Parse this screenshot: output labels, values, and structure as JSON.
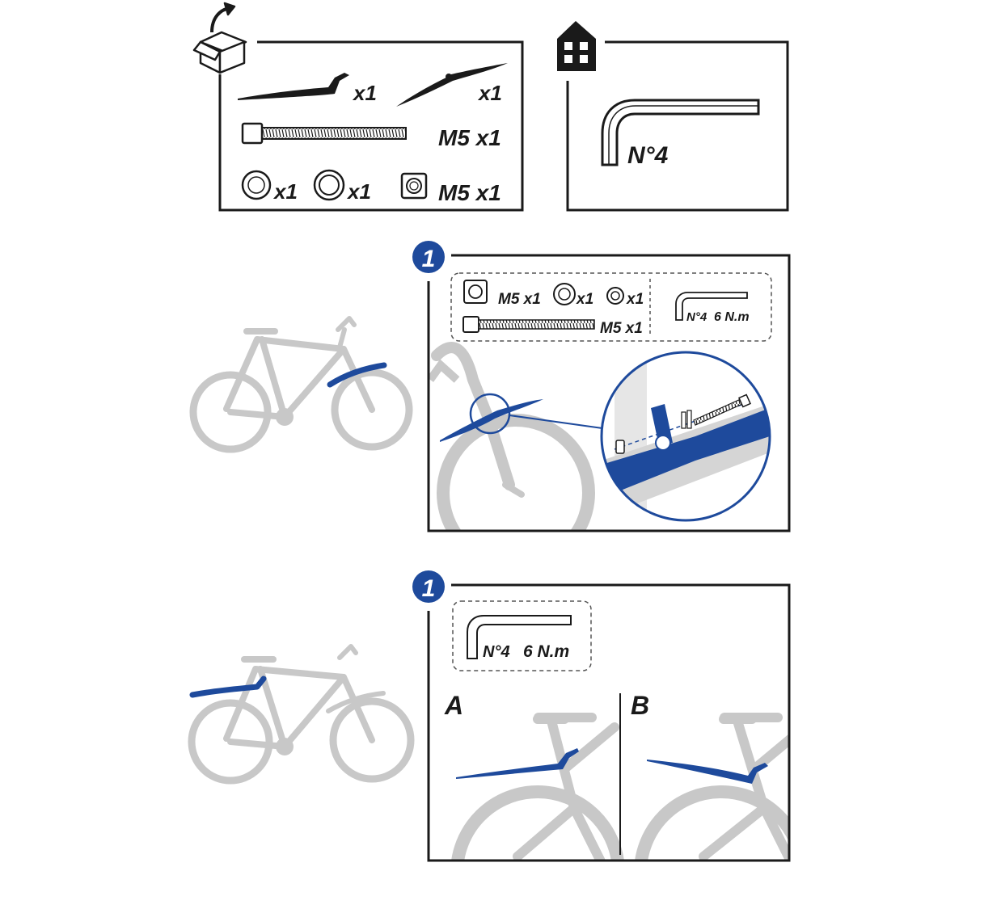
{
  "colors": {
    "ink": "#1a1a1a",
    "accent_blue": "#1e4a9c",
    "bike_gray": "#c8c8c8",
    "dash": "#555555"
  },
  "box_contents": {
    "icon": "open-box-icon",
    "rear_mudguard_qty": "x1",
    "front_mudguard_qty": "x1",
    "bolt_label": "M5 x1",
    "washer_small_qty": "x1",
    "washer_large_qty": "x1",
    "square_nut_label": "M5 x1"
  },
  "tools_needed": {
    "icon": "house-icon",
    "hex_key_label": "N°4"
  },
  "step_front": {
    "number": "1",
    "nut_label": "M5 x1",
    "washer1_qty": "x1",
    "washer2_qty": "x1",
    "bolt_label": "M5 x1",
    "tool_label": "N°4",
    "torque_label": "6 N.m"
  },
  "step_rear": {
    "number": "1",
    "tool_label": "N°4",
    "torque_label": "6 N.m",
    "option_a": "A",
    "option_b": "B"
  }
}
